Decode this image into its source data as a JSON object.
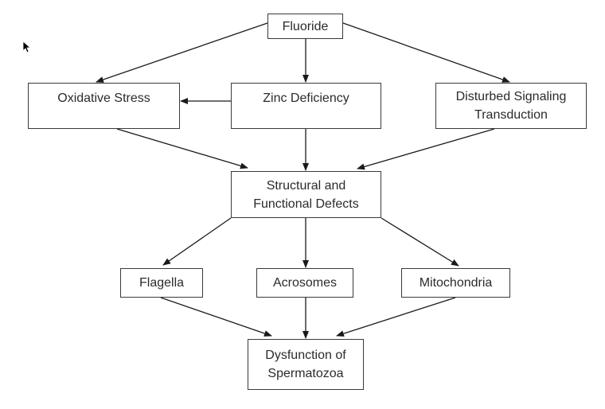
{
  "diagram": {
    "nodes": {
      "fluoride": "Fluoride",
      "oxidative_stress": "Oxidative Stress",
      "zinc_deficiency": "Zinc Deficiency",
      "disturbed_signaling": "Disturbed Signaling\nTransduction",
      "structural_defects": "Structural and\nFunctional Defects",
      "flagella": "Flagella",
      "acrosomes": "Acrosomes",
      "mitochondria": "Mitochondria",
      "dysfunction": "Dysfunction of\nSpermatozoa"
    },
    "edges": [
      [
        "fluoride",
        "oxidative_stress"
      ],
      [
        "fluoride",
        "zinc_deficiency"
      ],
      [
        "fluoride",
        "disturbed_signaling"
      ],
      [
        "zinc_deficiency",
        "oxidative_stress"
      ],
      [
        "oxidative_stress",
        "structural_defects"
      ],
      [
        "zinc_deficiency",
        "structural_defects"
      ],
      [
        "disturbed_signaling",
        "structural_defects"
      ],
      [
        "structural_defects",
        "flagella"
      ],
      [
        "structural_defects",
        "acrosomes"
      ],
      [
        "structural_defects",
        "mitochondria"
      ],
      [
        "flagella",
        "dysfunction"
      ],
      [
        "acrosomes",
        "dysfunction"
      ],
      [
        "mitochondria",
        "dysfunction"
      ]
    ]
  },
  "colors": {
    "line": "#1a1a1a",
    "box_border": "#3a3a3a",
    "text": "#2b2b2b"
  },
  "icons": {
    "cursor": "mouse-pointer-icon"
  }
}
